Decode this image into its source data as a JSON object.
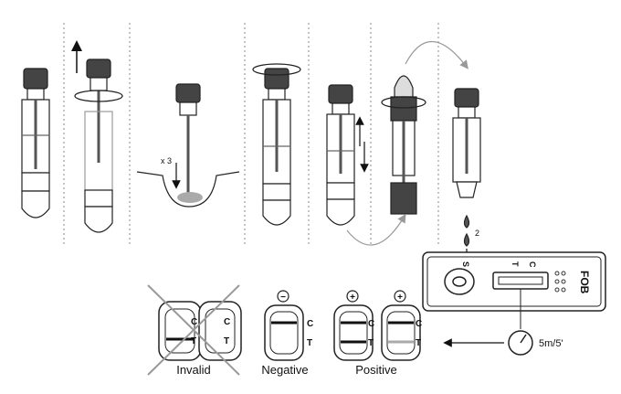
{
  "steps": {
    "mix_count": "x 3",
    "drop_count": "2"
  },
  "cassette": {
    "brand": "FOB",
    "sample_well": "S",
    "test_line": "T",
    "control_line": "C"
  },
  "timer": {
    "label": "5m/5'"
  },
  "results": {
    "invalid": {
      "label": "Invalid",
      "c": "C",
      "t": "T"
    },
    "negative": {
      "label": "Negative",
      "sign": "−",
      "c": "C",
      "t": "T"
    },
    "positive": {
      "label": "Positive",
      "sign_1": "+",
      "sign_2": "+",
      "c_1": "C",
      "t_1": "T",
      "c_2": "C",
      "t_2": "T"
    }
  }
}
